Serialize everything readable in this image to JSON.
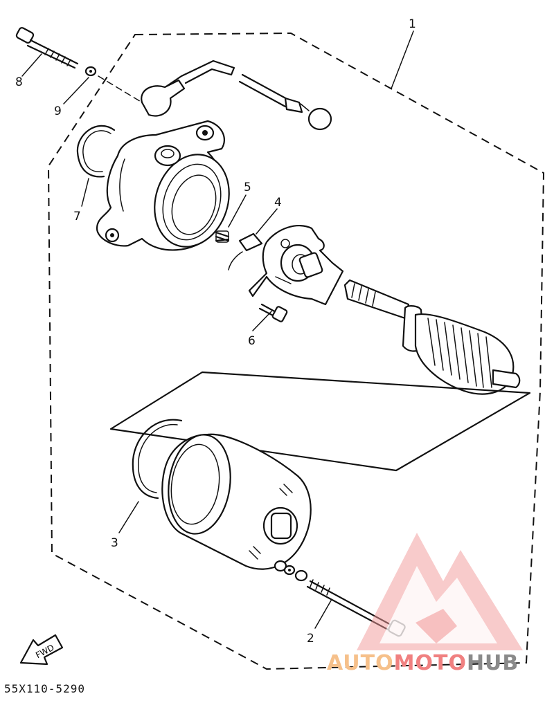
{
  "callouts": {
    "c1": "1",
    "c2": "2",
    "c3": "3",
    "c4": "4",
    "c5": "5",
    "c6": "6",
    "c7": "7",
    "c8": "8",
    "c9": "9"
  },
  "direction_label": "FWD",
  "diagram_code": "55X110-5290",
  "watermark": {
    "part1": "AUTO",
    "part2": "MOTO",
    "part3": "HUB",
    "color1": "#f6c08a",
    "color2": "#f08080",
    "color3": "#8a8a8a"
  },
  "colors": {
    "line": "#111111",
    "background": "#ffffff"
  }
}
